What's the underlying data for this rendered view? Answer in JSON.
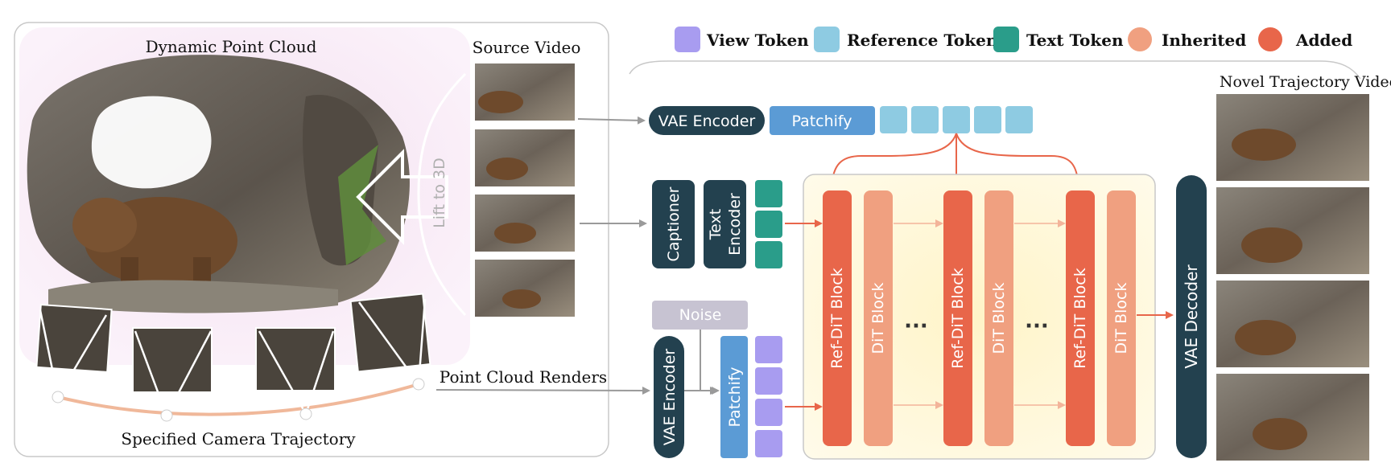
{
  "left_panel": {
    "title": "Dynamic Point Cloud",
    "source_title": "Source Video",
    "lift_label": "Lift to 3D",
    "renders_label": "Point Cloud Renders",
    "trajectory_label": "Specified Camera Trajectory"
  },
  "legend": {
    "items": [
      {
        "label": "View Token",
        "color": "#a89cf0"
      },
      {
        "label": "Reference Token",
        "color": "#8ecbe2"
      },
      {
        "label": "Text Token",
        "color": "#2a9d8a"
      },
      {
        "label": "Inherited",
        "color": "#f0a080"
      },
      {
        "label": "Added",
        "color": "#e8664a"
      }
    ]
  },
  "pipeline": {
    "vae_encoder_top": "VAE Encoder",
    "patchify_top": "Patchify",
    "captioner": "Captioner",
    "text_encoder_line1": "Text",
    "text_encoder_line2": "Encoder",
    "noise": "Noise",
    "vae_encoder_bottom": "VAE Encoder",
    "patchify_bottom": "Patchify",
    "ref_dit": "Ref-DiT Block",
    "dit": "DiT Block",
    "ellipsis": "···",
    "vae_decoder": "VAE Decoder",
    "output_title": "Novel Trajectory Video"
  },
  "colors": {
    "dark": "#23414f",
    "patchify": "#5b9bd5",
    "ref_token": "#8ecbe2",
    "view_token": "#a89cf0",
    "text_token": "#2a9d8a",
    "added": "#e8664a",
    "inherited": "#f0a080"
  }
}
